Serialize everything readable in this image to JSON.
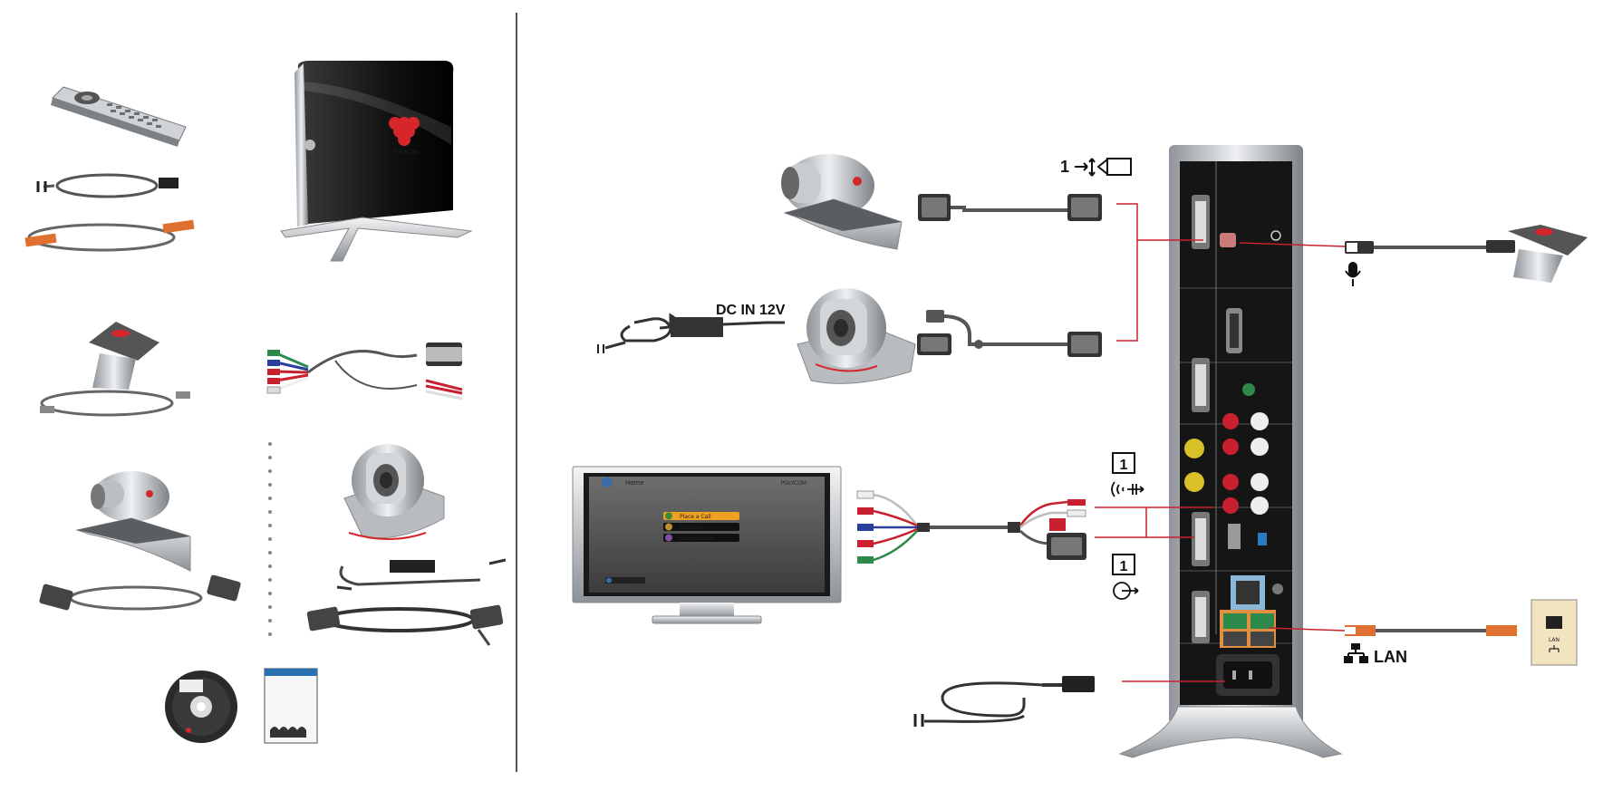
{
  "colors": {
    "connector_line": "#c8202e",
    "polycom_red": "#d6262b",
    "box_black": "#151515",
    "silver": "#c9cdd2",
    "screen_gray": "#5a5a5a",
    "menu_orange": "#f0a020",
    "lan_cable_orange": "#e07030"
  },
  "labels": {
    "dc_in": "DC IN 12V",
    "camera_input_number": "1",
    "av_in_number": "1",
    "av_out_number": "1",
    "lan": "LAN",
    "wall_jack_label": "LAN"
  },
  "box_brand": "POLYCOM",
  "tv_screen": {
    "title": "Home",
    "brand": "POLYCOM",
    "menu_items": [
      "Place a Call",
      "Directory",
      "Recent Calls"
    ],
    "footer_text": "Number"
  },
  "icons": {
    "camera_icon": "camera-input-icon",
    "microphone_icon": "microphone-icon",
    "audio_input_icon": "audio-in-icon",
    "audio_output_icon": "audio-out-icon",
    "lan_icon": "network-icon"
  }
}
